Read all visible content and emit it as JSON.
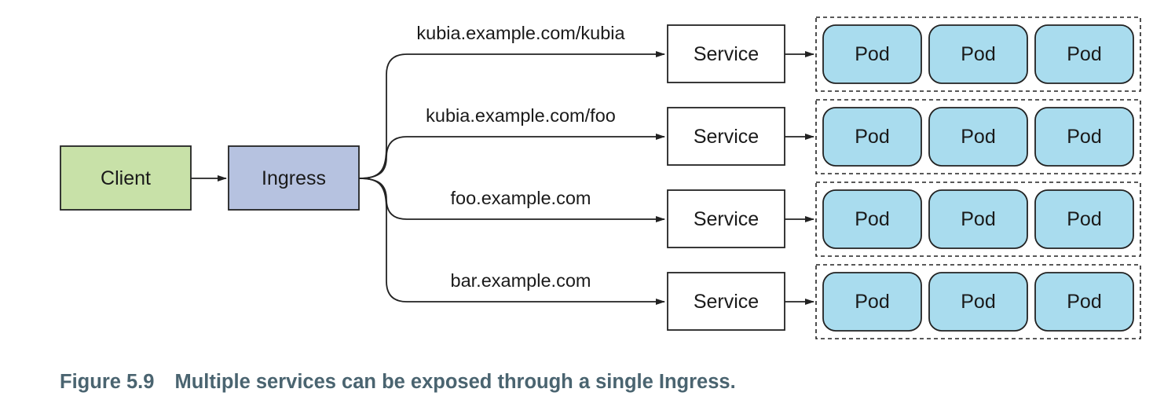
{
  "diagram": {
    "client": "Client",
    "ingress": "Ingress",
    "routes": [
      {
        "rule": "kubia.example.com/kubia",
        "service": "Service",
        "pods": [
          "Pod",
          "Pod",
          "Pod"
        ]
      },
      {
        "rule": "kubia.example.com/foo",
        "service": "Service",
        "pods": [
          "Pod",
          "Pod",
          "Pod"
        ]
      },
      {
        "rule": "foo.example.com",
        "service": "Service",
        "pods": [
          "Pod",
          "Pod",
          "Pod"
        ]
      },
      {
        "rule": "bar.example.com",
        "service": "Service",
        "pods": [
          "Pod",
          "Pod",
          "Pod"
        ]
      }
    ]
  },
  "caption": {
    "number": "Figure 5.9",
    "text": "Multiple services can be exposed through a single Ingress."
  },
  "colors": {
    "client_fill": "#c8e1a8",
    "ingress_fill": "#b6c2e0",
    "pod_fill": "#a9dcee",
    "caption": "#4a6470"
  }
}
